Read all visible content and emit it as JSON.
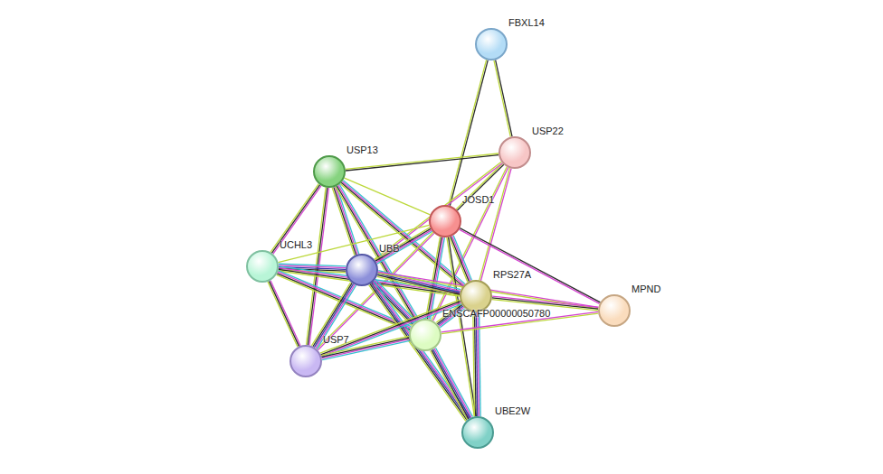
{
  "diagram": {
    "nodes": [
      {
        "text": [
          "FBXL14"
        ]
      },
      {
        "text": [
          "USP22"
        ]
      },
      {
        "text": [
          "USP13"
        ]
      },
      {
        "text": [
          "JOSD1"
        ]
      },
      {
        "text": [
          "UCHL3"
        ]
      },
      {
        "text": [
          "UBB"
        ]
      },
      {
        "text": [
          "RPS27A"
        ]
      },
      {
        "text": [
          "MPND"
        ]
      },
      {
        "text": [
          "ENSCAFP00000050780"
        ]
      },
      {
        "text": [
          "USP7"
        ]
      },
      {
        "text": [
          "UBE2W"
        ]
      }
    ],
    "edges": [
      {
        "from": 0,
        "to": 1,
        "arrow": "none"
      },
      {
        "from": 0,
        "to": 3,
        "arrow": "none"
      },
      {
        "from": 1,
        "to": 2,
        "arrow": "none"
      },
      {
        "from": 1,
        "to": 3,
        "arrow": "none"
      },
      {
        "from": 1,
        "to": 5,
        "arrow": "none"
      },
      {
        "from": 1,
        "to": 6,
        "arrow": "none"
      },
      {
        "from": 1,
        "to": 8,
        "arrow": "none"
      },
      {
        "from": 2,
        "to": 3,
        "arrow": "none"
      },
      {
        "from": 2,
        "to": 4,
        "arrow": "none"
      },
      {
        "from": 2,
        "to": 5,
        "arrow": "none"
      },
      {
        "from": 2,
        "to": 6,
        "arrow": "none"
      },
      {
        "from": 2,
        "to": 8,
        "arrow": "none"
      },
      {
        "from": 2,
        "to": 9,
        "arrow": "none"
      },
      {
        "from": 3,
        "to": 4,
        "arrow": "none"
      },
      {
        "from": 3,
        "to": 5,
        "arrow": "none"
      },
      {
        "from": 3,
        "to": 6,
        "arrow": "none"
      },
      {
        "from": 3,
        "to": 8,
        "arrow": "none"
      },
      {
        "from": 3,
        "to": 9,
        "arrow": "none"
      },
      {
        "from": 3,
        "to": 7,
        "arrow": "none"
      },
      {
        "from": 3,
        "to": 10,
        "arrow": "none"
      },
      {
        "from": 4,
        "to": 5,
        "arrow": "none"
      },
      {
        "from": 4,
        "to": 6,
        "arrow": "none"
      },
      {
        "from": 4,
        "to": 8,
        "arrow": "none"
      },
      {
        "from": 4,
        "to": 9,
        "arrow": "none"
      },
      {
        "from": 5,
        "to": 6,
        "arrow": "none"
      },
      {
        "from": 5,
        "to": 8,
        "arrow": "none"
      },
      {
        "from": 5,
        "to": 9,
        "arrow": "none"
      },
      {
        "from": 5,
        "to": 10,
        "arrow": "none"
      },
      {
        "from": 5,
        "to": 7,
        "arrow": "none"
      },
      {
        "from": 6,
        "to": 7,
        "arrow": "none"
      },
      {
        "from": 6,
        "to": 8,
        "arrow": "none"
      },
      {
        "from": 6,
        "to": 9,
        "arrow": "none"
      },
      {
        "from": 6,
        "to": 10,
        "arrow": "none"
      },
      {
        "from": 8,
        "to": 7,
        "arrow": "none"
      },
      {
        "from": 8,
        "to": 9,
        "arrow": "none"
      },
      {
        "from": 8,
        "to": 10,
        "arrow": "none"
      }
    ]
  }
}
